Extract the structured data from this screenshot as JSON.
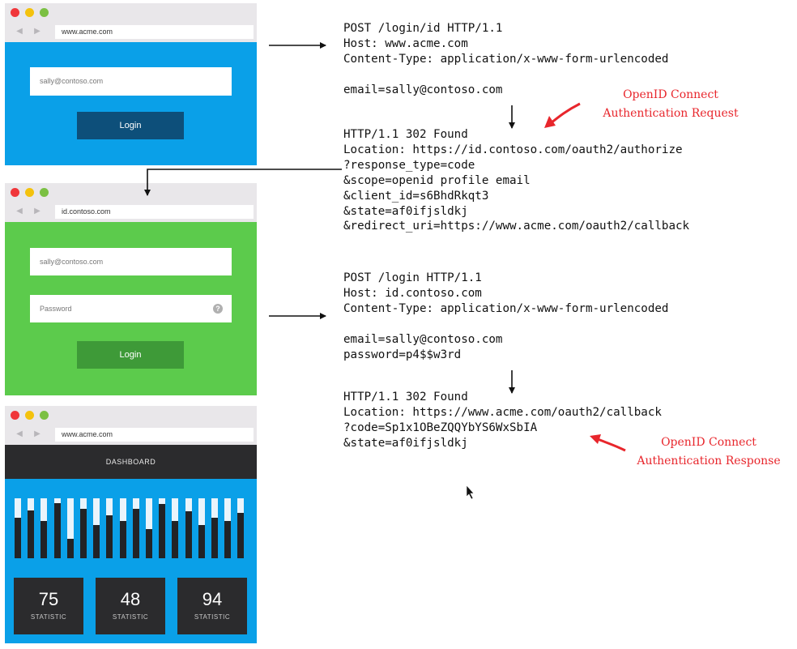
{
  "browser1": {
    "url": "www.acme.com",
    "email_value": "sally@contoso.com",
    "login_label": "Login"
  },
  "browser2": {
    "url": "id.contoso.com",
    "email_value": "sally@contoso.com",
    "password_placeholder": "Password",
    "login_label": "Login"
  },
  "browser3": {
    "url": "www.acme.com",
    "header": "DASHBOARD",
    "bar_levels": [
      0.68,
      0.8,
      0.62,
      0.92,
      0.32,
      0.82,
      0.55,
      0.72,
      0.62,
      0.82,
      0.48,
      0.9,
      0.62,
      0.78,
      0.55,
      0.68,
      0.62,
      0.75
    ],
    "stats": [
      {
        "value": "75",
        "label": "STATISTIC"
      },
      {
        "value": "48",
        "label": "STATISTIC"
      },
      {
        "value": "94",
        "label": "STATISTIC"
      }
    ]
  },
  "request1": [
    "POST /login/id HTTP/1.1",
    "Host: www.acme.com",
    "Content-Type: application/x-www-form-urlencoded",
    "",
    "email=sally@contoso.com"
  ],
  "response1": [
    "HTTP/1.1 302 Found",
    "Location: https://id.contoso.com/oauth2/authorize",
    "?response_type=code",
    "&scope=openid profile email",
    "&client_id=s6BhdRkqt3",
    "&state=af0ifjsldkj",
    "&redirect_uri=https://www.acme.com/oauth2/callback"
  ],
  "request2": [
    "POST /login HTTP/1.1",
    "Host: id.contoso.com",
    "Content-Type: application/x-www-form-urlencoded",
    "",
    "email=sally@contoso.com",
    "password=p4$$w3rd"
  ],
  "response2": [
    "HTTP/1.1 302 Found",
    "Location: https://www.acme.com/oauth2/callback",
    "?code=Sp1x1OBeZQQYbYS6WxSbIA",
    "&state=af0ifjsldkj"
  ],
  "annotations": {
    "request_note": [
      "OpenID Connect",
      "Authentication Request"
    ],
    "response_note": [
      "OpenID Connect",
      "Authentication Response"
    ]
  },
  "colors": {
    "acme_blue": "#0aa0e8",
    "contoso_green": "#5ccb4c",
    "annotation_red": "#e8262c",
    "dark_panel": "#2b2b2d"
  }
}
